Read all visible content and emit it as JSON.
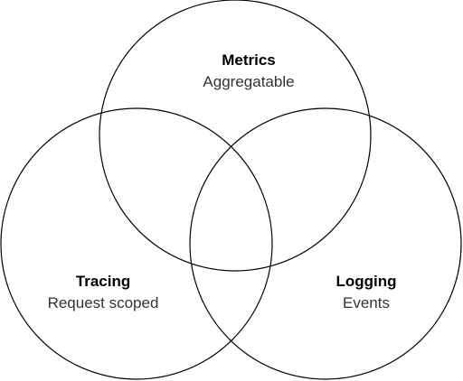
{
  "diagram": {
    "sets": [
      {
        "id": "metrics",
        "title": "Metrics",
        "subtitle": "Aggregatable"
      },
      {
        "id": "tracing",
        "title": "Tracing",
        "subtitle": "Request scoped"
      },
      {
        "id": "logging",
        "title": "Logging",
        "subtitle": "Events"
      }
    ],
    "stroke_color": "#000000",
    "background": "#ffffff"
  }
}
